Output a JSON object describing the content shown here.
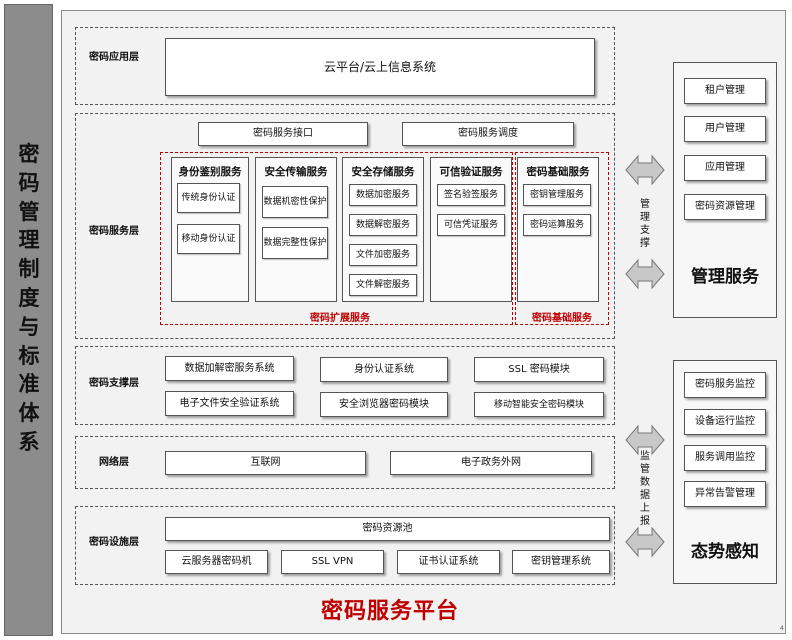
{
  "side_title": "密码管理制度与标准体系",
  "platform_title": "密码服务平台",
  "application_layer": {
    "label": "密码应用层",
    "box": "云平台/云上信息系统"
  },
  "service_layer": {
    "label": "密码服务层",
    "interface": "密码服务接口",
    "scheduling": "密码服务调度",
    "groups": [
      {
        "title": "身份鉴别服务",
        "items": [
          "传统身份认证",
          "移动身份认证"
        ]
      },
      {
        "title": "安全传输服务",
        "items": [
          "数据机密性保护",
          "数据完整性保护"
        ]
      },
      {
        "title": "安全存储服务",
        "items": [
          "数据加密服务",
          "数据解密服务",
          "文件加密服务",
          "文件解密服务"
        ]
      },
      {
        "title": "可信验证服务",
        "items": [
          "签名验签服务",
          "可信凭证服务"
        ]
      },
      {
        "title": "密码基础服务",
        "items": [
          "密钥管理服务",
          "密码运算服务"
        ]
      }
    ],
    "extended_label": "密码扩展服务",
    "basic_label": "密码基础服务"
  },
  "support_layer": {
    "label": "密码支撑层",
    "items": [
      "数据加解密服务系统",
      "身份认证系统",
      "SSL 密码模块",
      "电子文件安全验证系统",
      "安全浏览器密码模块",
      "移动智能安全密码模块"
    ]
  },
  "network_layer": {
    "label": "网络层",
    "items": [
      "互联网",
      "电子政务外网"
    ]
  },
  "infra_layer": {
    "label": "密码设施层",
    "pool": "密码资源池",
    "items": [
      "云服务器密码机",
      "SSL VPN",
      "证书认证系统",
      "密钥管理系统"
    ]
  },
  "management": {
    "items": [
      "租户管理",
      "用户管理",
      "应用管理",
      "密码资源管理"
    ],
    "title": "管理服务",
    "arrow_label": "管理支撑"
  },
  "awareness": {
    "items": [
      "密码服务监控",
      "设备运行监控",
      "服务调用监控",
      "异常告警管理"
    ],
    "title": "态势感知",
    "arrow_label": "监管数据上报"
  },
  "page_number": "4"
}
